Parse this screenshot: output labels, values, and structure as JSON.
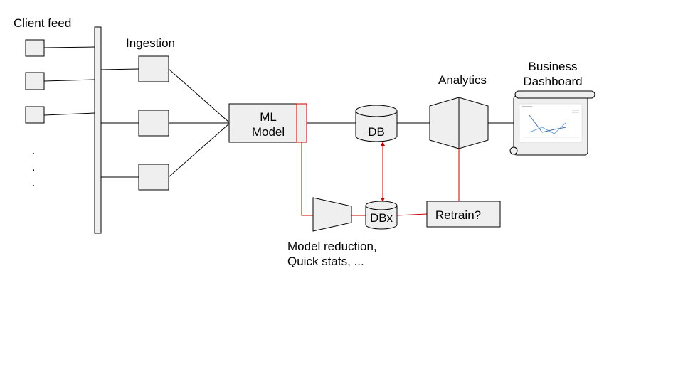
{
  "labels": {
    "client_feed": "Client feed",
    "ingestion": "Ingestion",
    "ml_model_line1": "ML",
    "ml_model_line2": "Model",
    "db": "DB",
    "dbx": "DBx",
    "analytics": "Analytics",
    "business_dashboard_line1": "Business",
    "business_dashboard_line2": "Dashboard",
    "retrain": "Retrain?",
    "reduction_line1": "Model reduction,",
    "reduction_line2": "Quick stats, ...",
    "ellipsis_dots": [
      ".",
      ".",
      "."
    ]
  },
  "colors": {
    "box_fill": "#efefef",
    "stroke": "#000000",
    "feedback_line": "#cc0000",
    "chart_line_1": "#6fa8dc",
    "chart_line_2": "#4a6fa5"
  }
}
